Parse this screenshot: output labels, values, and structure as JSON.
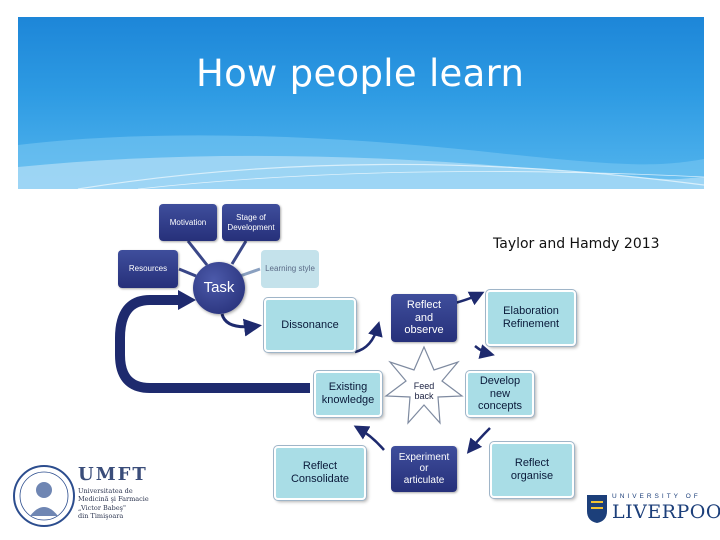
{
  "slide": {
    "title": "How people learn",
    "citation": "Taylor and Hamdy 2013"
  },
  "diagram": {
    "task": "Task",
    "inputs": {
      "motivation": "Motivation",
      "stage": "Stage of Development",
      "resources": "Resources",
      "learning_style": "Learning style"
    },
    "cycle": {
      "dissonance": "Dissonance",
      "reflect_observe": [
        "Reflect",
        "and",
        "observe"
      ],
      "elaboration": "Elaboration Refinement",
      "existing_knowledge": "Existing knowledge",
      "feedback": [
        "Feed",
        "back"
      ],
      "develop": "Develop new concepts",
      "experiment": [
        "Experiment",
        "or",
        "articulate"
      ],
      "reflect_consolidate": "Reflect Consolidate",
      "reflect_organise": "Reflect organise"
    },
    "colors": {
      "dark_box": "#2e3a87",
      "light_box": "#a9dde6",
      "arrow": "#1e2a6e",
      "header": "#2e9be3"
    }
  },
  "logos": {
    "umft": {
      "name": "UMFT",
      "lines": [
        "Universitatea de",
        "Medicină şi Farmacie",
        "„Victor Babeş\"",
        "din Timişoara"
      ]
    },
    "liverpool": {
      "top": "UNIVERSITY OF",
      "name": "LIVERPOOL"
    }
  }
}
